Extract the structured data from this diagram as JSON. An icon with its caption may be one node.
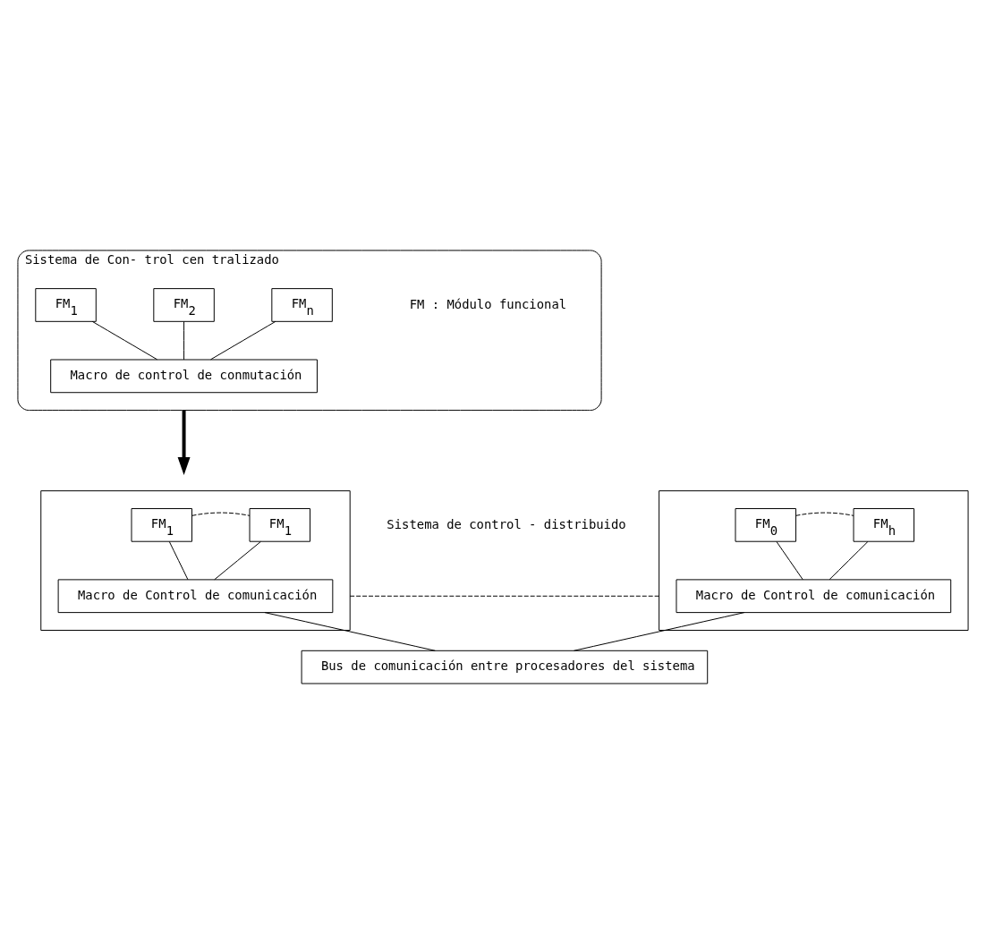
{
  "diagram": {
    "nodes": [
      {
        "text": [
          "Sistema de Con- trol cen tralizado"
        ]
      },
      {
        "text": [
          "FM$_{1}$"
        ],
        "in": 0
      },
      {
        "text": [
          "FM$_{2}$"
        ],
        "in": 0
      },
      {
        "text": [
          "FM$_{n}$"
        ],
        "in": 0
      },
      {
        "text": [
          "Macro de control de conmutación"
        ],
        "in": 0
      },
      {
        "text": [],
        "shape": "box"
      },
      {
        "text": [
          "FM$_{1}$"
        ],
        "in": 5
      },
      {
        "text": [
          "FM$_{1}$"
        ],
        "in": 5
      },
      {
        "text": [
          "Macro de Control de comunicación"
        ],
        "in": 5
      },
      {
        "text": [],
        "shape": "box"
      },
      {
        "text": [
          "FM$_{0}$"
        ],
        "in": 9
      },
      {
        "text": [
          "FM$_{h}$"
        ],
        "in": 9
      },
      {
        "text": [
          "Macro de Control de comunicación"
        ],
        "in": 9
      },
      {
        "text": [
          "Bus de comunicación entre procesadores del sistema"
        ]
      }
    ],
    "edges": [
      {
        "from": 1,
        "to": 4,
        "arrow": "none"
      },
      {
        "from": 2,
        "to": 4,
        "arrow": "none"
      },
      {
        "from": 3,
        "to": 4,
        "arrow": "none"
      },
      {
        "from": 0,
        "to": null,
        "arrow": "to",
        "style": "thick"
      },
      {
        "from": 6,
        "to": 7,
        "arrow": "none",
        "style": "dashed"
      },
      {
        "from": 6,
        "to": 8,
        "arrow": "none"
      },
      {
        "from": 7,
        "to": 8,
        "arrow": "none"
      },
      {
        "from": 5,
        "to": 9,
        "arrow": "none",
        "style": "dashed"
      },
      {
        "from": 10,
        "to": 11,
        "arrow": "none",
        "style": "dashed"
      },
      {
        "from": 10,
        "to": 12,
        "arrow": "none"
      },
      {
        "from": 11,
        "to": 12,
        "arrow": "none"
      },
      {
        "from": 8,
        "to": 13,
        "arrow": "none"
      },
      {
        "from": 12,
        "to": 13,
        "arrow": "none"
      }
    ],
    "labels": [
      "FM : Módulo funcional",
      "Sistema de control - distribuido"
    ]
  }
}
